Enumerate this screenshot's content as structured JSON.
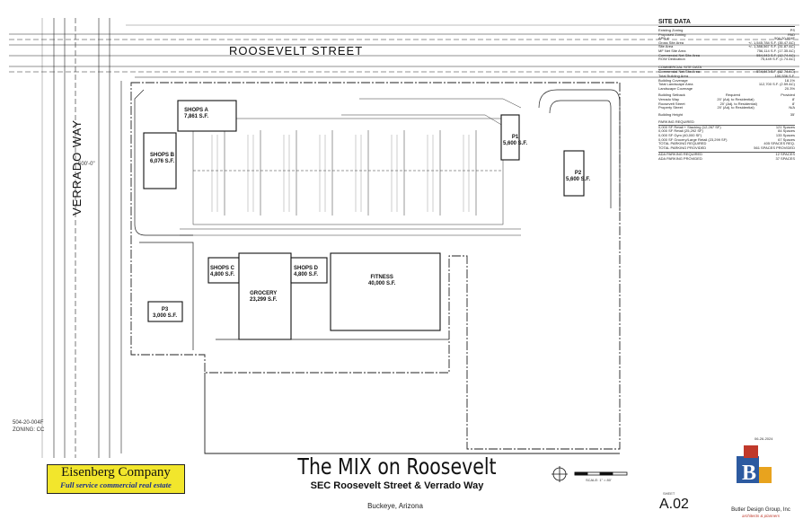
{
  "street_labels": {
    "roosevelt": "ROOSEVELT STREET",
    "verrado": "VERRADO WAY"
  },
  "buildings": {
    "shops_a": {
      "name": "SHOPS A",
      "area": "7,861 S.F."
    },
    "shops_b": {
      "name": "SHOPS B",
      "area": "6,076 S.F."
    },
    "shops_c": {
      "name": "SHOPS C",
      "area": "4,800 S.F."
    },
    "shops_d": {
      "name": "SHOPS D",
      "area": "4,800 S.F."
    },
    "grocery": {
      "name": "GROCERY",
      "area": "23,299 S.F."
    },
    "fitness": {
      "name": "FITNESS",
      "area": "40,000 S.F."
    },
    "p1": {
      "name": "P1",
      "area": "5,600 S.F."
    },
    "p2": {
      "name": "P2",
      "area": "5,600 S.F."
    },
    "p3": {
      "name": "P3",
      "area": "3,000 S.F."
    }
  },
  "parcel_note": {
    "apn": "504-20-004F",
    "zoning": "ZONING: CC"
  },
  "dims": {
    "top_dim": "500'-0\""
  },
  "site_data": {
    "title": "SITE DATA",
    "general": [
      [
        "Existing Zoning",
        "PS"
      ],
      [
        "Proposed Zoning",
        "PAD"
      ],
      [
        "APN #:",
        "504-20-004F"
      ],
      [
        "Gross Site Area",
        "+/- 1,545,784 S.F. (35.47 AC)"
      ],
      [
        "Site Area",
        "+/- 1,388,567 S.F. (31.87 AC)"
      ],
      [
        "MF Net Site Area",
        "756,114 S.F. (17.35 AC)"
      ],
      [
        "Commercial Net Site Area",
        "554,943 S.F. (12.74 AC)"
      ],
      [
        "ROW Dedication",
        "75,449 S.F. (1.74 AC)"
      ]
    ],
    "commercial_header": "COMMERCIAL SITE DATA",
    "commercial": [
      [
        "Commercial Net Site Area",
        "554,943 S.F. (12.74 AC)"
      ],
      [
        "Total Building Area",
        "100,536 S.F."
      ],
      [
        "Building Coverage",
        "18.1%"
      ],
      [
        "Total Landscape Area",
        "112,700 S.F. (2.59 AC)"
      ],
      [
        "Landscape Coverage",
        "20.3%"
      ]
    ],
    "setback_header": [
      "Building Setback",
      "Required",
      "Provided"
    ],
    "setbacks": [
      [
        "Verrado Way",
        "20' (Adj. to Residential)",
        "8'"
      ],
      [
        "Roosevelt Street",
        "20' (Adj. to Residential)",
        "8'"
      ],
      [
        "Property Street",
        "20' (Adj. to Residential)",
        "N/A"
      ]
    ],
    "height": [
      "Building Height",
      "35'"
    ],
    "parking_header": "PARKING REQUIRED",
    "parking": [
      [
        "0,000 SF Retail + Stacking (12,267 SF)",
        "121 Spaces"
      ],
      [
        "0,000 SF Retail (25,292 SF)",
        "84 Spaces"
      ],
      [
        "0,000 SF Gym (40,000 SF)",
        "133 Spaces"
      ],
      [
        "0,000 SF Grocery/Large Retail (23,299 SF)",
        "67 Spaces"
      ],
      [
        "TOTAL PARKING REQUIRED",
        "405 SPACES REQ."
      ],
      [
        "TOTAL PARKING PROVIDED",
        "561 SPACES PROVIDED"
      ]
    ],
    "ada": [
      [
        "ADA PARKING REQUIRED",
        "12 SPACES"
      ],
      [
        "ADA PARKING PROVIDED",
        "37 SPACES"
      ]
    ]
  },
  "logo": {
    "name": "Eisenberg Company",
    "tagline": "Full service commercial real estate"
  },
  "title_block": {
    "title": "The MIX on Roosevelt",
    "subtitle": "SEC Roosevelt Street & Verrado Way",
    "location": "Buckeye, Arizona",
    "sheet": "A.02",
    "sheet_label": "SHEET",
    "scale": "SCALE: 1\" = 80'",
    "firm": "Butler Design Group, Inc",
    "firm_sub": "architects & planners",
    "date": "06-26-2024"
  },
  "colors": {
    "line": "#222222",
    "logo_bg": "#f2e62c",
    "logo_text": "#1a2f8a",
    "firm_accent": "#c0392b"
  }
}
